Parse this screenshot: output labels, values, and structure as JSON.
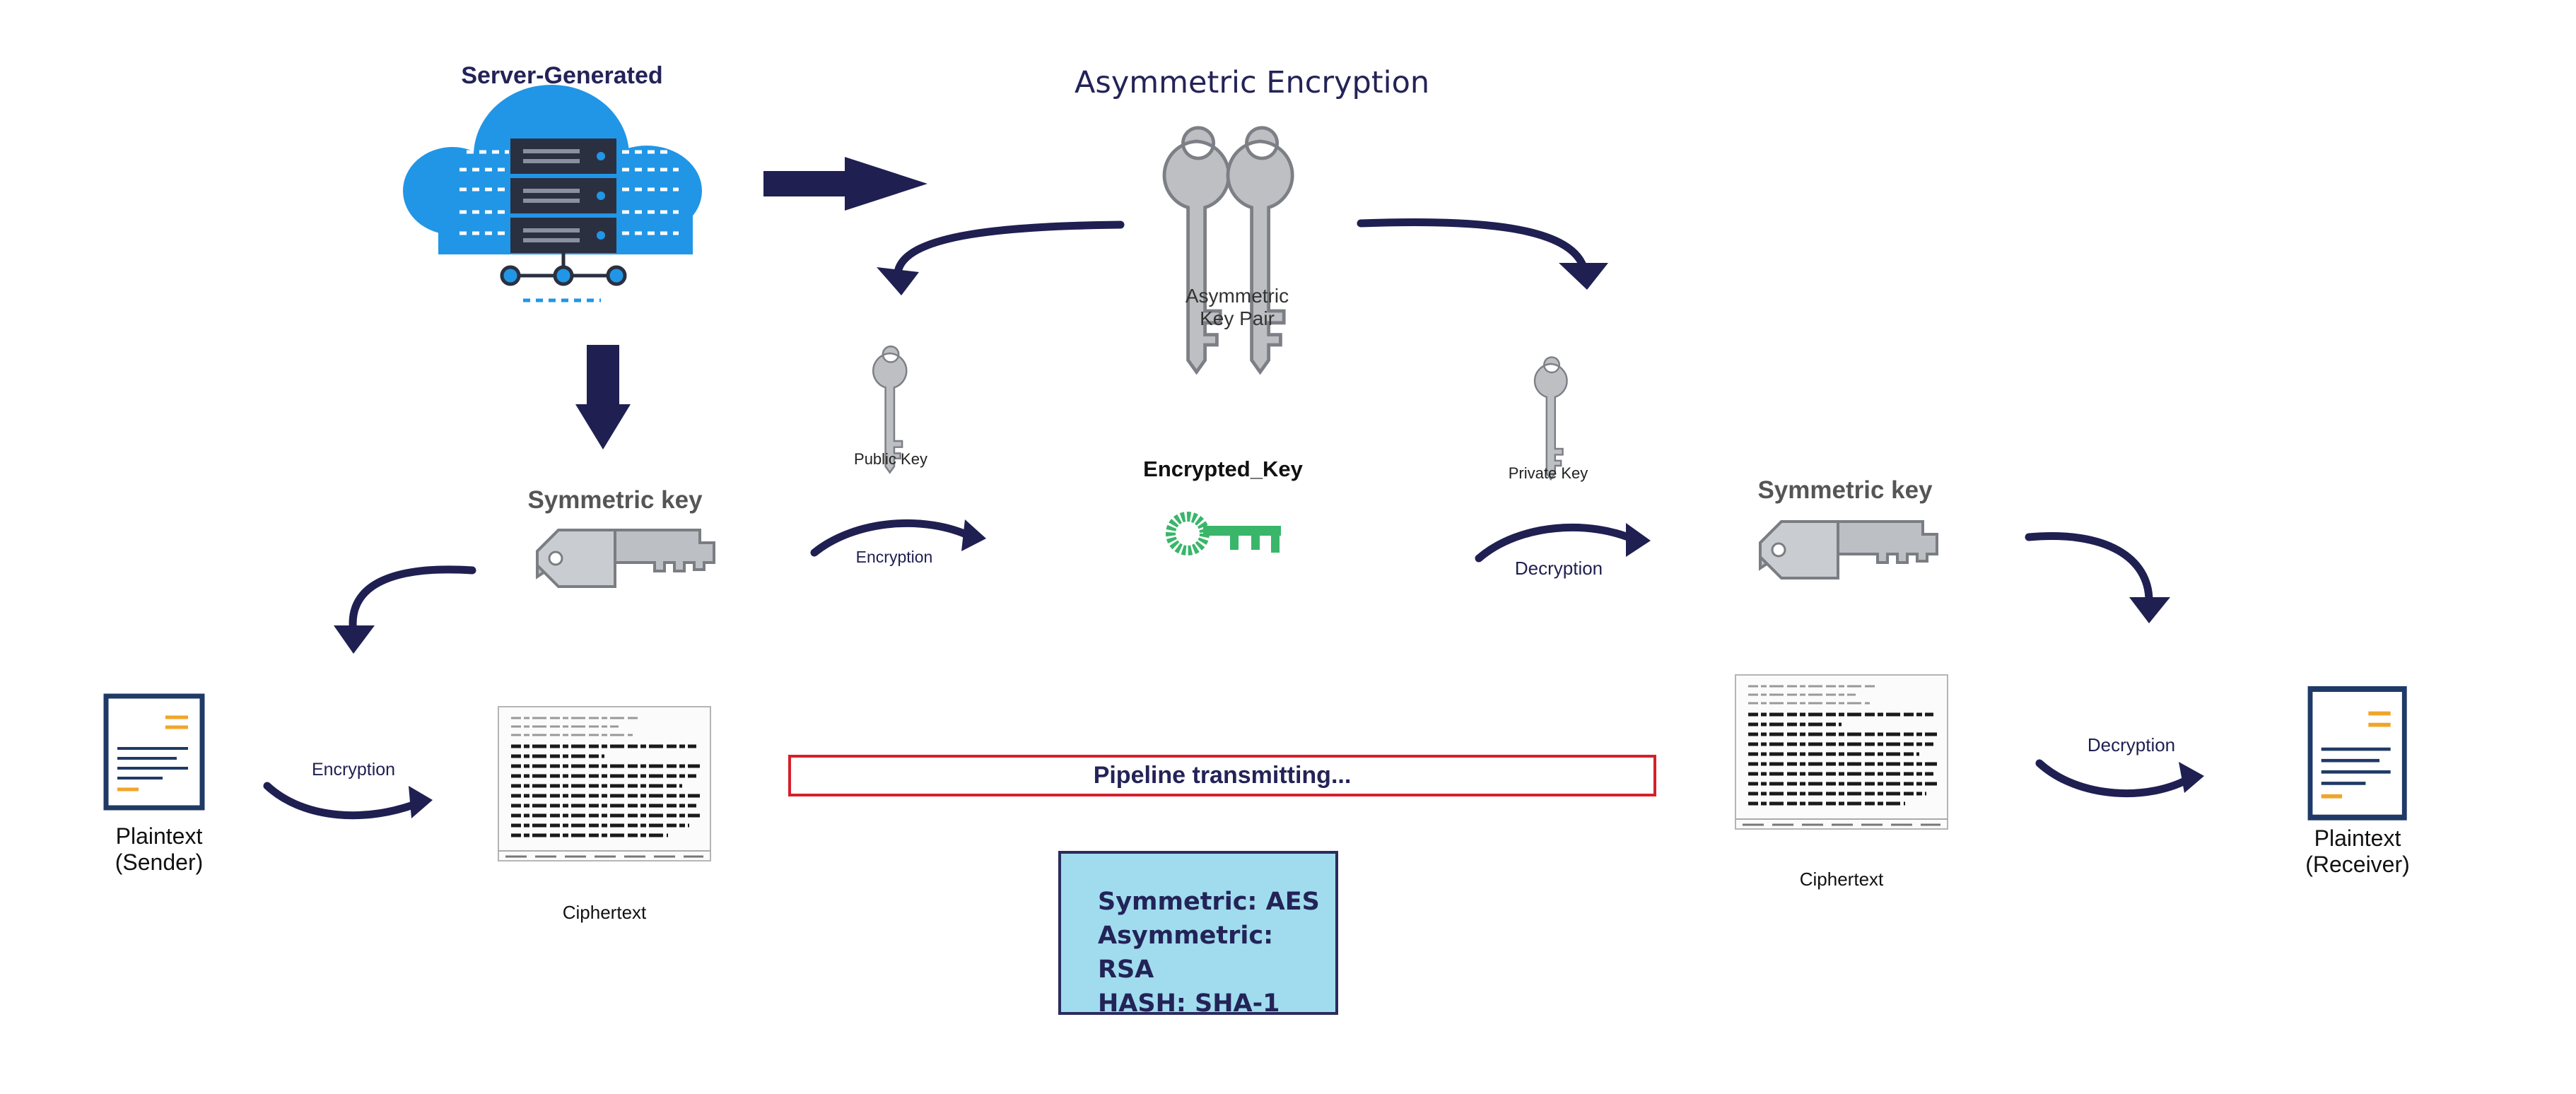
{
  "server": {
    "label": "Server-Generated"
  },
  "asymmetric": {
    "title": "Asymmetric Encryption",
    "key_pair_label": "Asymmetric\nKey Pair"
  },
  "public_key": {
    "label": "Public Key"
  },
  "private_key": {
    "label": "Private Key"
  },
  "encrypted_key": {
    "label": "Encrypted_Key"
  },
  "symmetric_left": {
    "label": "Symmetric key"
  },
  "symmetric_right": {
    "label": "Symmetric key"
  },
  "steps": {
    "encryption_top": "Encryption",
    "decryption_top": "Decryption",
    "encryption_bottom": "Encryption",
    "decryption_bottom": "Decryption"
  },
  "plaintext_sender": {
    "label": "Plaintext\n(Sender)"
  },
  "plaintext_receiver": {
    "label": "Plaintext\n(Receiver)"
  },
  "ciphertext_left": {
    "label": "Ciphertext"
  },
  "ciphertext_right": {
    "label": "Ciphertext"
  },
  "pipeline": {
    "status": "Pipeline transmitting..."
  },
  "algorithms": {
    "symmetric": "Symmetric: AES",
    "asymmetric": "Asymmetric: RSA",
    "hash": "HASH: SHA-1"
  },
  "colors": {
    "arrow": "#1f1f52",
    "cloud": "#2196e6",
    "server": "#2b3040",
    "key_grey": "#b9bcc0",
    "encrypted_key": "#39b66a",
    "pipeline_border": "#d4202a",
    "algo_box_fill": "#a0dced"
  }
}
